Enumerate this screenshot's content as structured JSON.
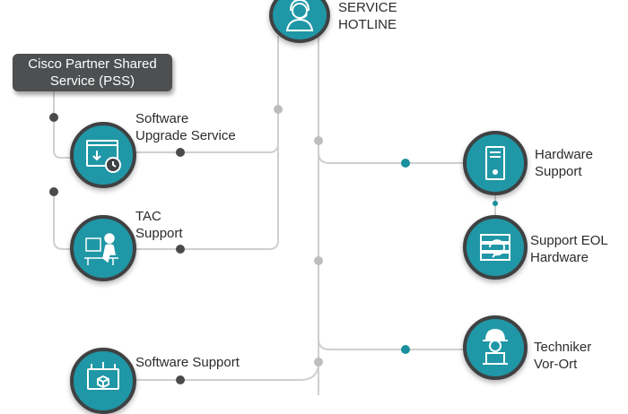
{
  "pss_box": {
    "line1": "Cisco Partner Shared",
    "line2": "Service (PSS)"
  },
  "hotline": {
    "line1": "SERVICE",
    "line2": "HOTLINE",
    "icon": "headset-agent-icon"
  },
  "nodes": {
    "software_upgrade": {
      "line1": "Software",
      "line2": "Upgrade Service",
      "icon": "software-download-icon"
    },
    "tac": {
      "line1": "TAC",
      "line2": "Support",
      "icon": "engineer-desk-icon"
    },
    "software_support": {
      "line1": "Software Support",
      "icon": "monitor-cube-icon"
    },
    "hardware": {
      "line1": "Hardware",
      "line2": "Support",
      "icon": "server-tower-icon"
    },
    "eol": {
      "line1": "Support EOL",
      "line2": "Hardware",
      "icon": "server-refresh-icon"
    },
    "techniker": {
      "line1": "Techniker",
      "line2": "Vor-Ort",
      "icon": "technician-helmet-icon"
    }
  },
  "colors": {
    "teal": "#1f97a6",
    "dark": "#3f4143",
    "line": "#c8c8c8",
    "dot_dark": "#4a4a4a",
    "dot_teal": "#1a8f9d",
    "dot_gray": "#bdbdbd"
  }
}
